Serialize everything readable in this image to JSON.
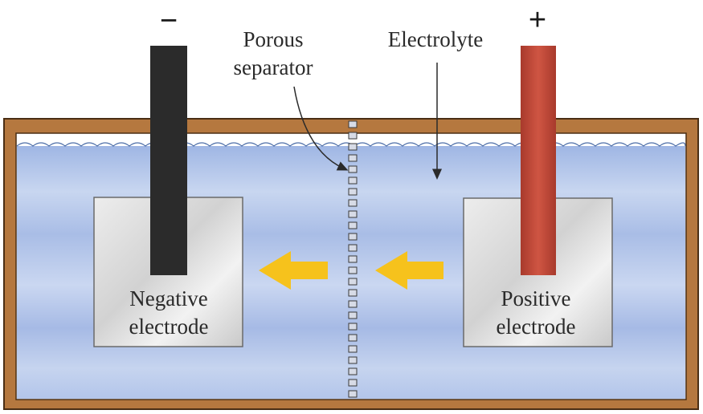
{
  "terminals": {
    "negative_symbol": "−",
    "positive_symbol": "+"
  },
  "labels": {
    "porous_separator_line1": "Porous",
    "porous_separator_line2": "separator",
    "electrolyte": "Electrolyte",
    "negative_electrode_line1": "Negative",
    "negative_electrode_line2": "electrode",
    "positive_electrode_line1": "Positive",
    "positive_electrode_line2": "electrode"
  },
  "colors": {
    "container": "#b5783f",
    "container_edge": "#4a2e14",
    "electrolyte": "#b8c9ea",
    "negative_terminal": "#2b2b2b",
    "positive_terminal": "#c44a3a",
    "electrode_plate": "#dcdcdc",
    "ion_arrow": "#f6c21c"
  },
  "icons": {
    "ion_flow_arrow": "left-arrow-icon"
  }
}
